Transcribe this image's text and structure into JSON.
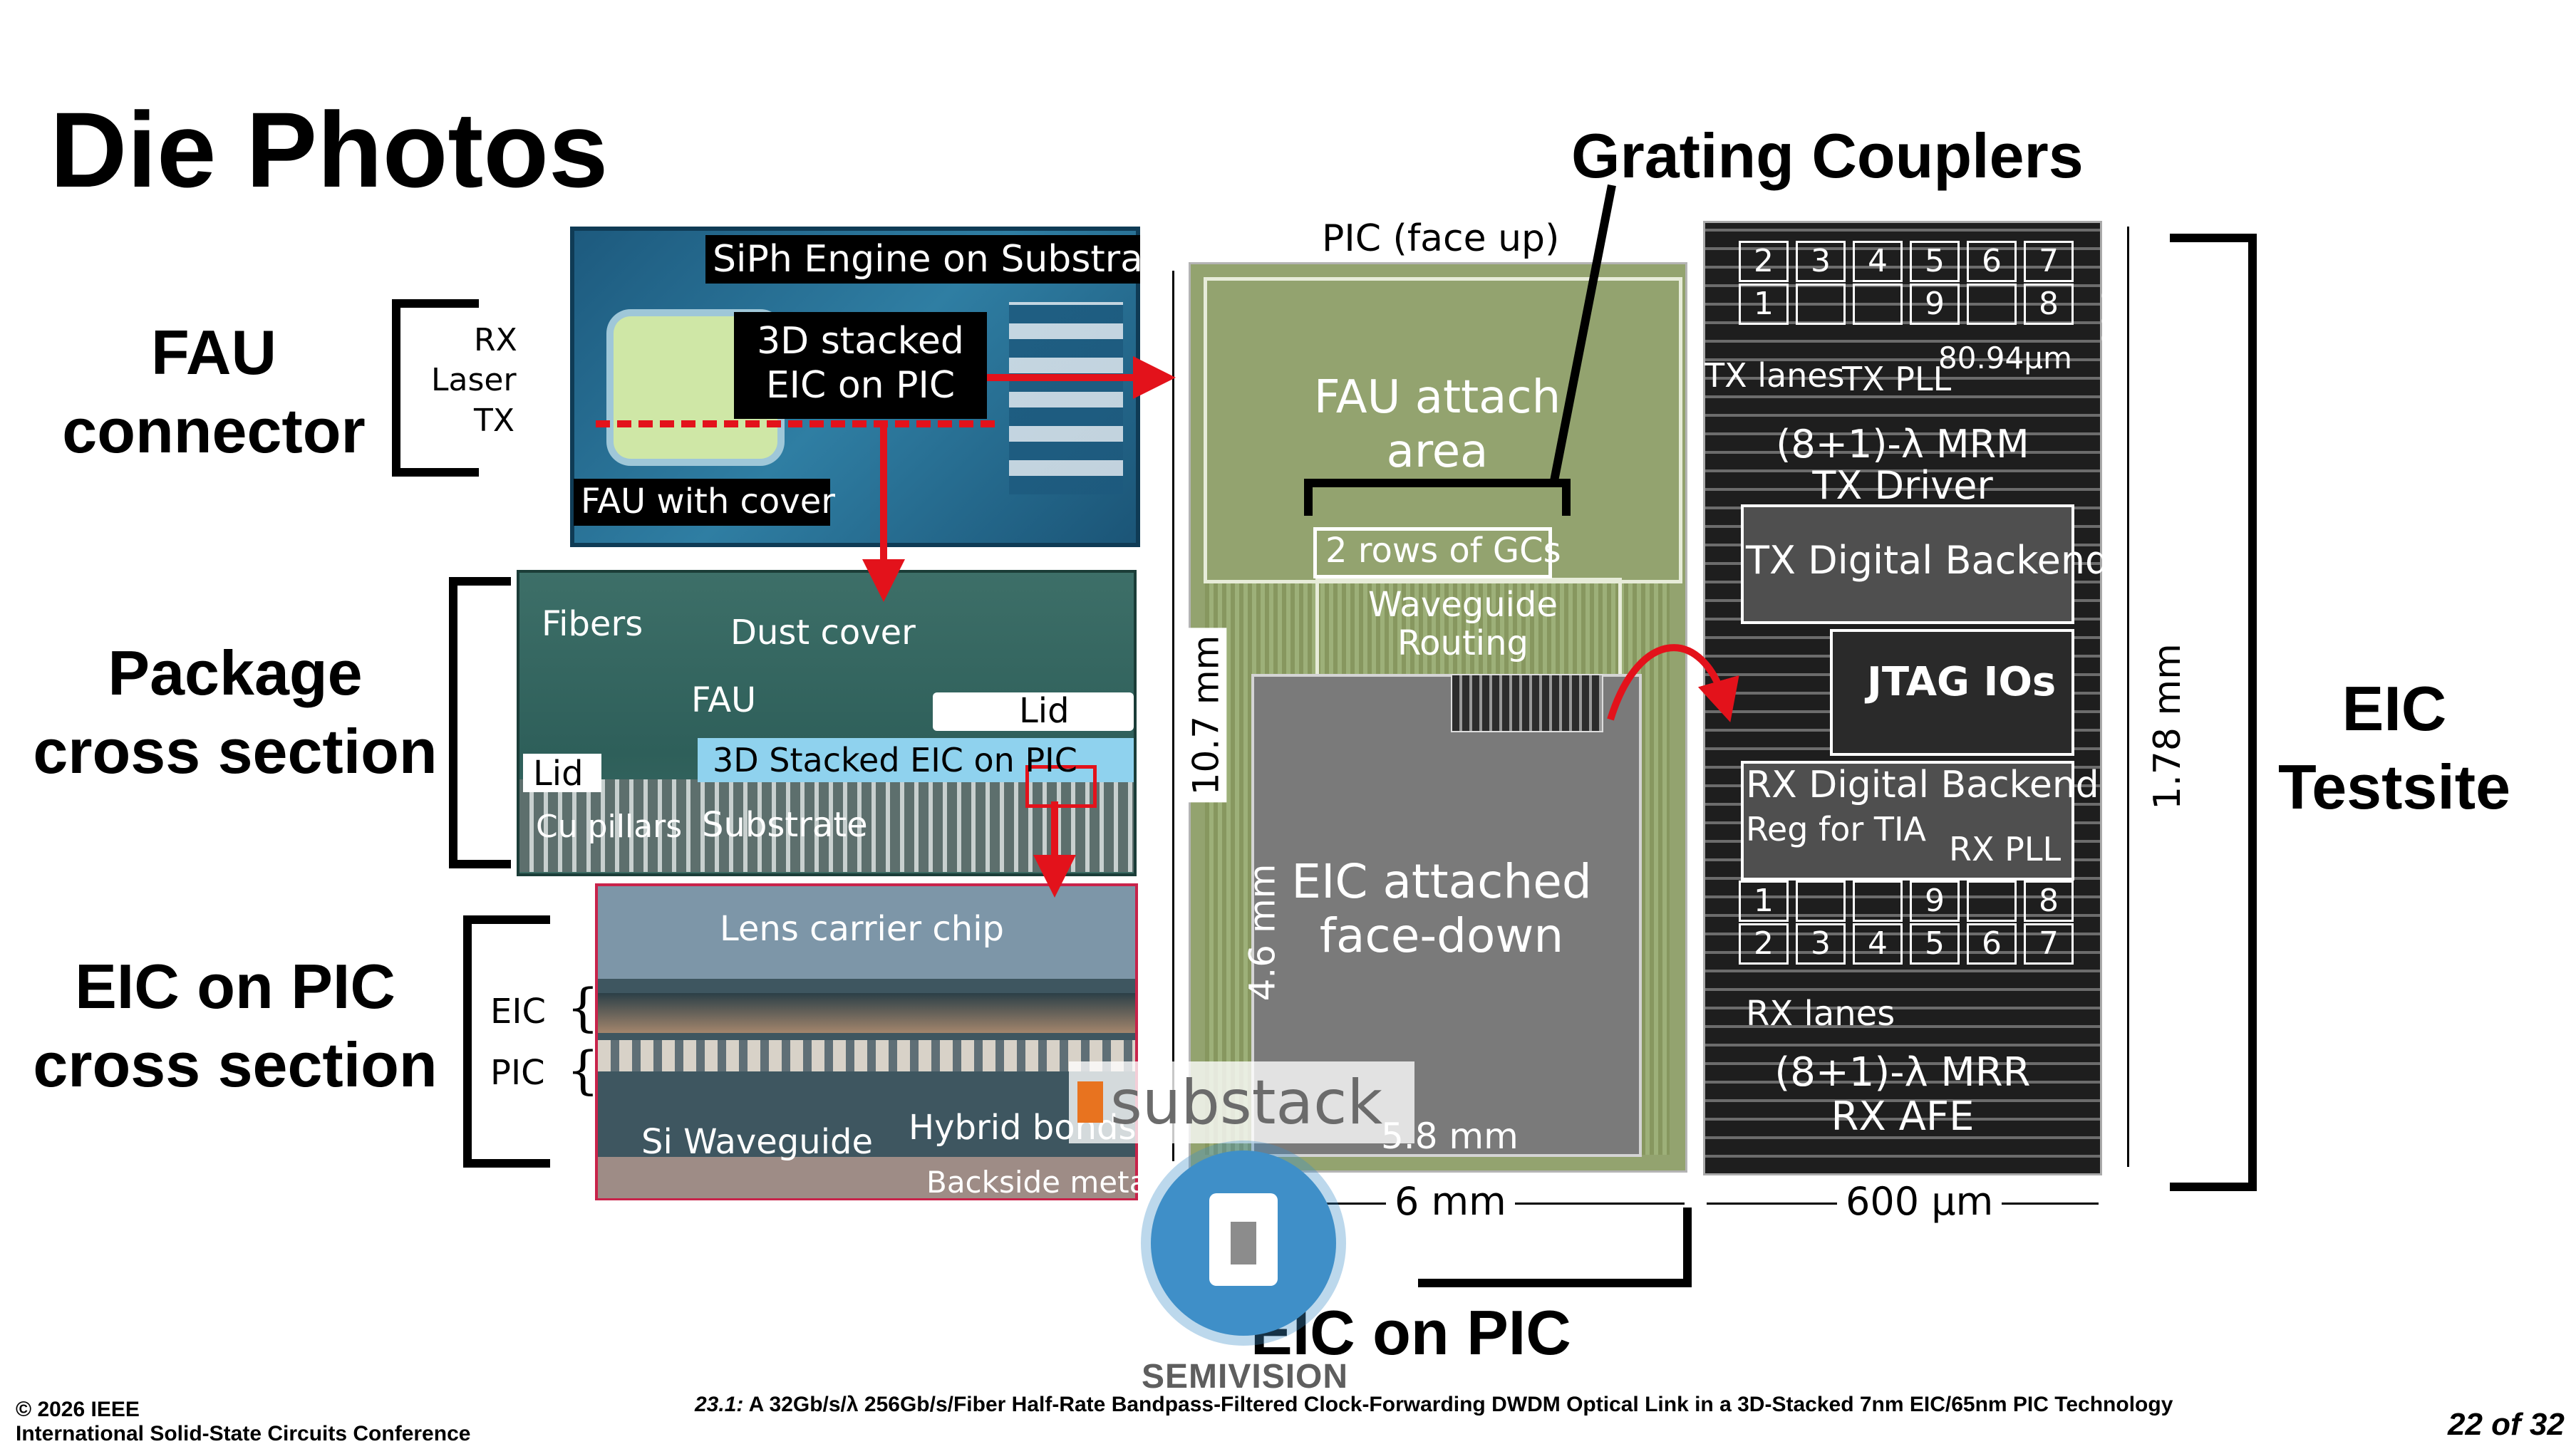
{
  "slide": {
    "title": "Die Photos",
    "page_number": "22 of 32",
    "footer": {
      "copyright": "© 2026 IEEE",
      "conference": "International Solid-State Circuits Conference",
      "paper_id": "23.1:",
      "paper_title": "A 32Gb/s/λ 256Gb/s/Fiber Half-Rate Bandpass-Filtered Clock-Forwarding DWDM Optical Link in a 3D-Stacked 7nm EIC/65nm PIC Technology"
    }
  },
  "left_labels": {
    "fau_connector": [
      "FAU",
      "connector"
    ],
    "package_cross_section": [
      "Package",
      "cross section"
    ],
    "eic_on_pic_cross_section": [
      "EIC on PIC",
      "cross section"
    ]
  },
  "top_photo": {
    "title": "SiPh Engine on Substrate",
    "stacked": [
      "3D stacked",
      "EIC on PIC"
    ],
    "fau_cover": "FAU with cover",
    "rx": "RX",
    "laser": "Laser",
    "tx": "TX"
  },
  "package_photo": {
    "fibers": "Fibers",
    "dust_cover": "Dust cover",
    "fau": "FAU",
    "lid_right": "Lid",
    "lid_left": "Lid",
    "stacked": "3D Stacked EIC on PIC",
    "cu_pillars": "Cu pillars",
    "substrate": "Substrate"
  },
  "eic_pic_photo": {
    "lens": "Lens carrier chip",
    "eic": "EIC",
    "pic": "PIC",
    "si_waveguide": "Si Waveguide",
    "hybrid_bonds": "Hybrid bonds",
    "backside_metal": "Backside metal"
  },
  "pic_photo": {
    "face_up": "PIC (face up)",
    "fau_attach": [
      "FAU attach",
      "area"
    ],
    "gc_rows": "2 rows of GCs",
    "waveguide": [
      "Waveguide",
      "Routing"
    ],
    "eic_attached": [
      "EIC attached",
      "face-down"
    ],
    "height": "10.7 mm",
    "height_inner": "4.6 mm",
    "width_inner": "5.8 mm",
    "width": "6 mm"
  },
  "grating_couplers": "Grating Couplers",
  "eic_on_pic_label": "EIC on PIC",
  "eic_photo": {
    "tx_lanes_top": [
      "2",
      "3",
      "4",
      "5",
      "6",
      "7"
    ],
    "tx_lanes_bottom": [
      "1",
      "",
      "",
      "9",
      "",
      "8"
    ],
    "tx_lanes": "TX lanes",
    "tx_pll": "TX PLL",
    "pitch": "80.94μm",
    "pitch_vertical": "80.94μm",
    "mrm": [
      "(8+1)-λ MRM",
      "TX Driver"
    ],
    "tx_backend": "TX Digital Backend",
    "jtag": "JTAG IOs",
    "rx_backend": "RX Digital Backend",
    "reg_tia": "Reg for TIA",
    "rx_pll": "RX PLL",
    "rx_lanes_top": [
      "1",
      "",
      "",
      "9",
      "",
      "8"
    ],
    "rx_lanes_bottom": [
      "2",
      "3",
      "4",
      "5",
      "6",
      "7"
    ],
    "rx_lanes": "RX lanes",
    "mrr": [
      "(8+1)-λ MRR",
      "RX AFE"
    ],
    "height": "1.78 mm",
    "width": "600 μm"
  },
  "eic_testsite": [
    "EIC",
    "Testsite"
  ],
  "watermarks": {
    "substack": "substack",
    "semivision": "SEMIVISION"
  },
  "colors": {
    "arrow_red": "#e3121b",
    "pic_green": "#93a36f",
    "eic_gray": "#7a7a7a"
  }
}
